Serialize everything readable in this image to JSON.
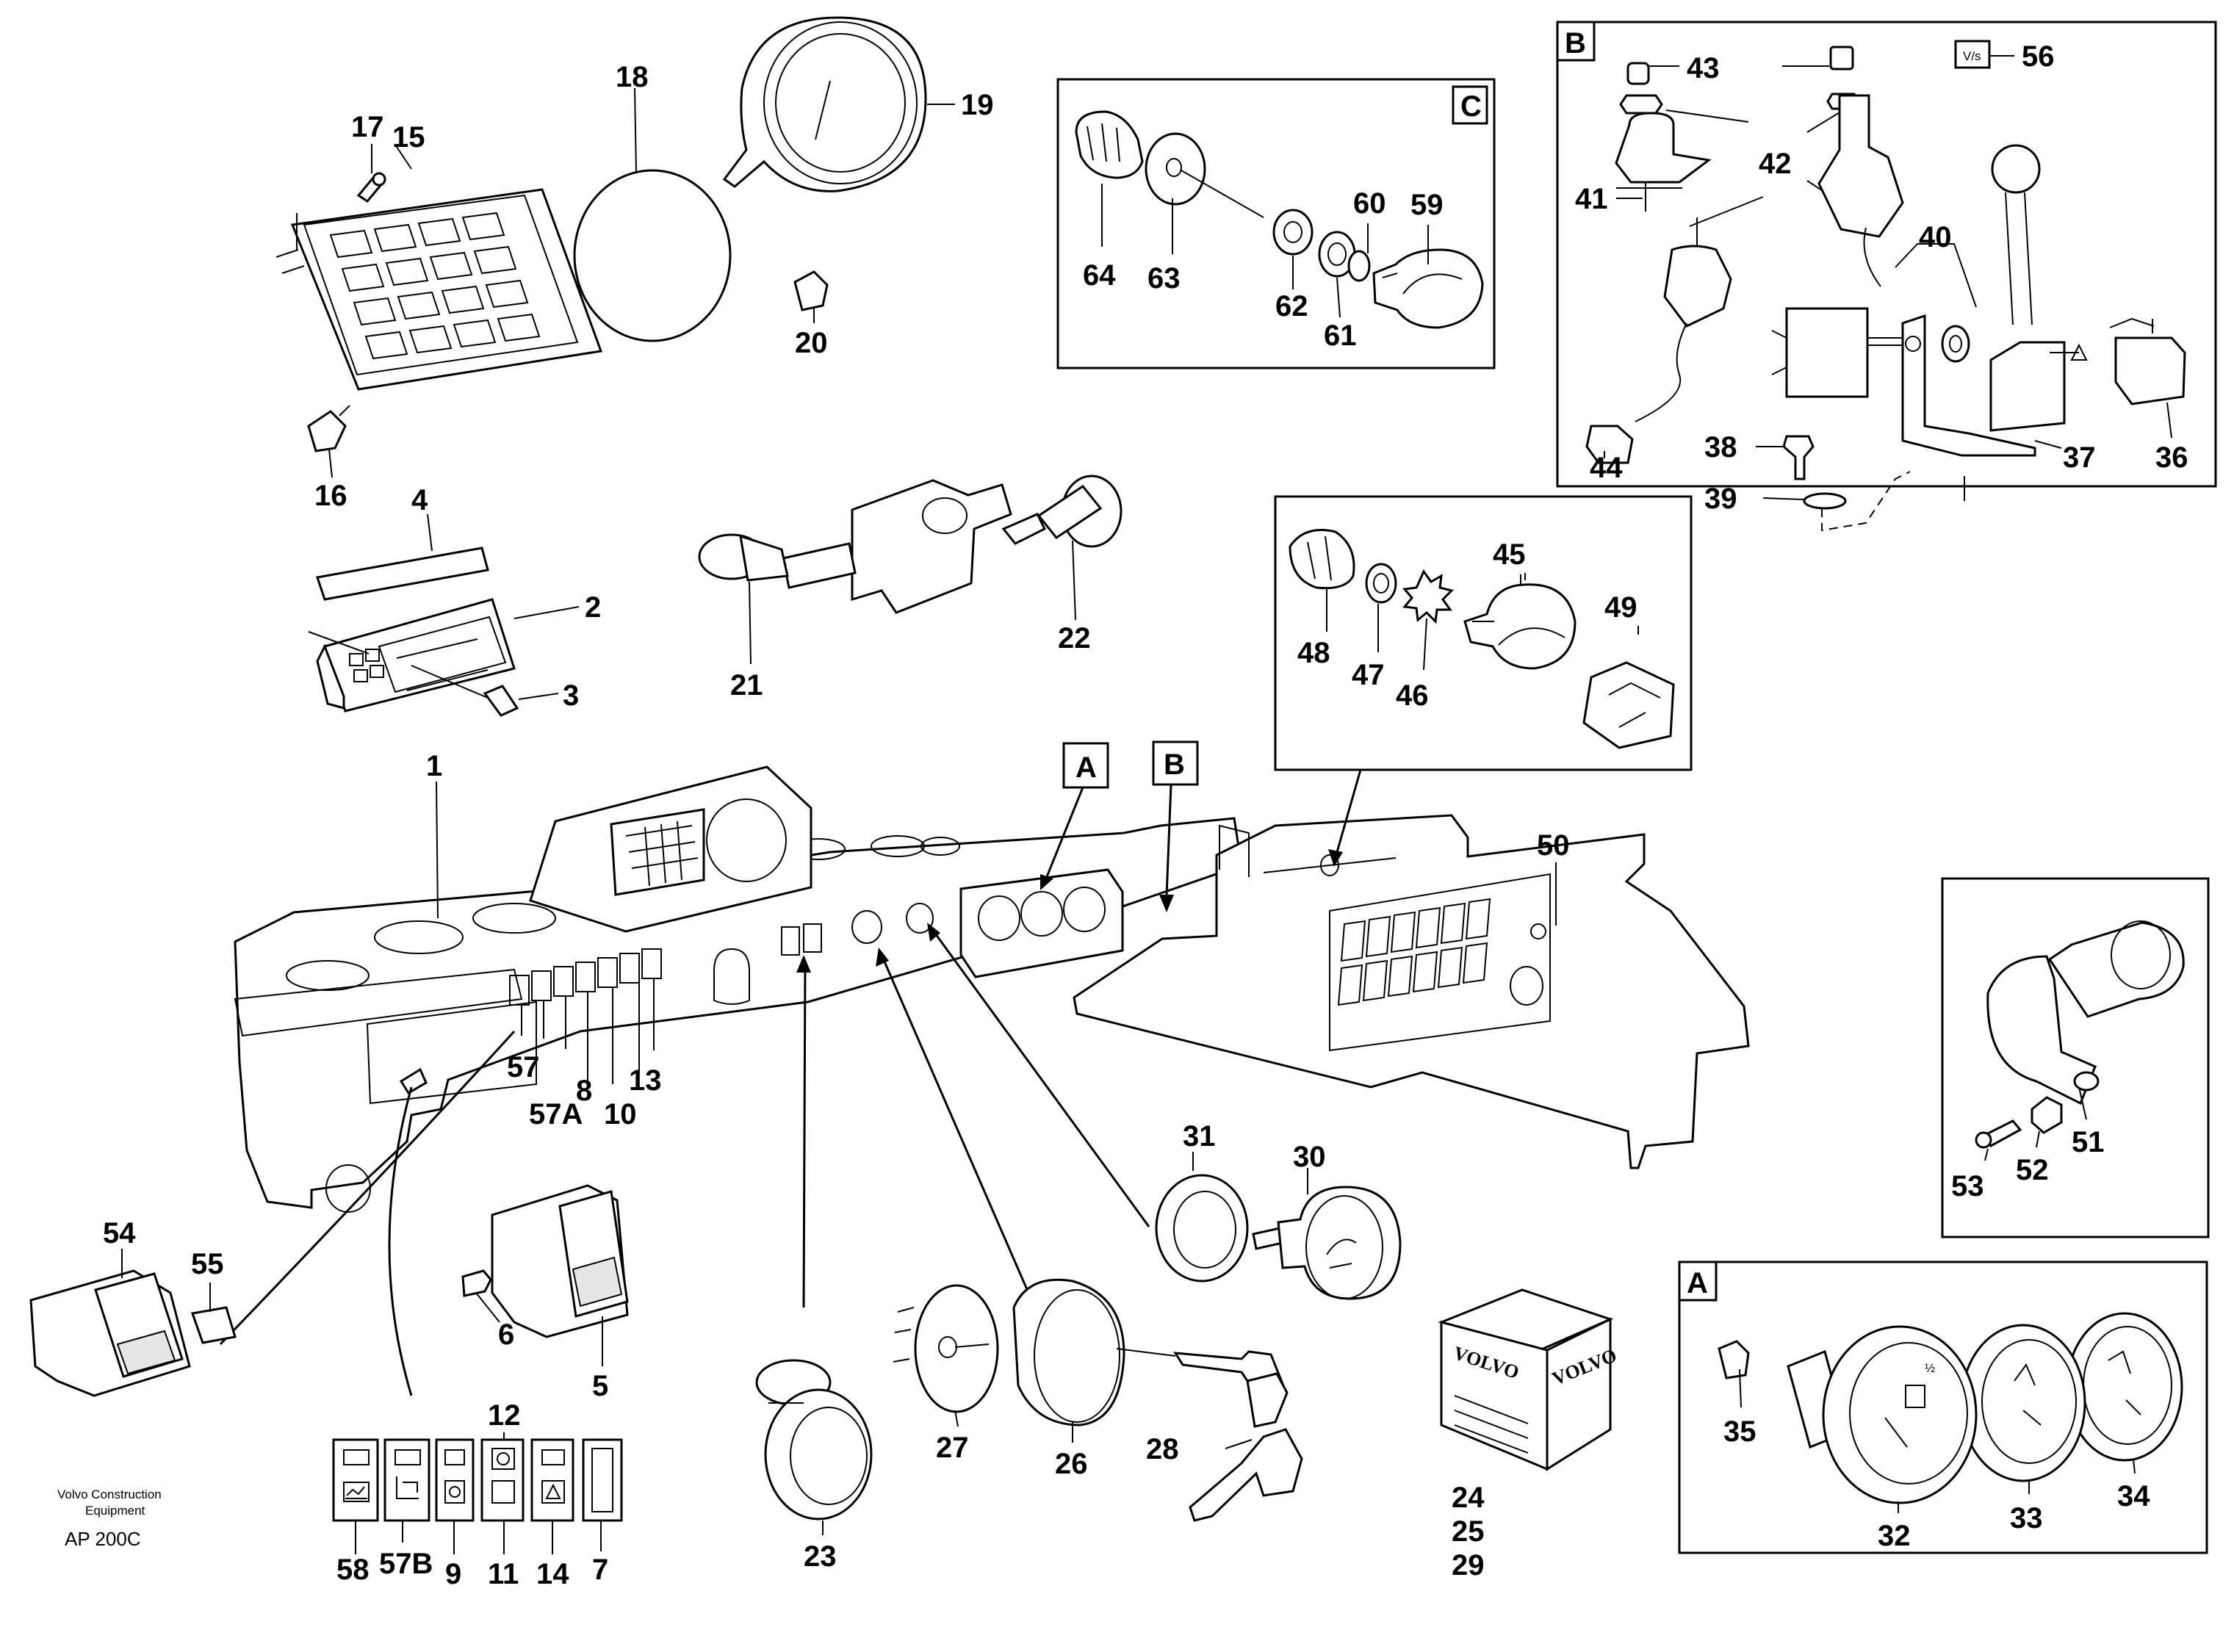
{
  "title": "AP 200C",
  "publisher": "Volvo Construction Equipment",
  "publisher_line1": "Volvo Construction",
  "publisher_line2": "Equipment",
  "detail_boxes": {
    "a": "A",
    "b": "B",
    "c": "C"
  },
  "callout_boxes": {
    "a": "A",
    "b": "B"
  },
  "volvo_box": {
    "face1": "VOLVO",
    "face2": "VOLVO"
  },
  "symbol_56": "V/s",
  "labels": {
    "l1": "1",
    "l2": "2",
    "l3": "3",
    "l4": "4",
    "l5": "5",
    "l6": "6",
    "l7": "7",
    "l8": "8",
    "l9": "9",
    "l10": "10",
    "l11": "11",
    "l12": "12",
    "l13": "13",
    "l14": "14",
    "l15": "15",
    "l16": "16",
    "l17": "17",
    "l18": "18",
    "l19": "19",
    "l20": "20",
    "l21": "21",
    "l22": "22",
    "l23": "23",
    "l24": "24",
    "l25": "25",
    "l26": "26",
    "l27": "27",
    "l28": "28",
    "l29": "29",
    "l30": "30",
    "l31": "31",
    "l32": "32",
    "l33": "33",
    "l34": "34",
    "l35": "35",
    "l36": "36",
    "l37": "37",
    "l38": "38",
    "l39": "39",
    "l40": "40",
    "l41": "41",
    "l42": "42",
    "l43": "43",
    "l44": "44",
    "l45": "45",
    "l46": "46",
    "l47": "47",
    "l48": "48",
    "l49": "49",
    "l50": "50",
    "l51": "51",
    "l52": "52",
    "l53": "53",
    "l54": "54",
    "l55": "55",
    "l56": "56",
    "l57": "57",
    "l57a": "57A",
    "l57b": "57B",
    "l58": "58",
    "l59": "59",
    "l60": "60",
    "l61": "61",
    "l62": "62",
    "l63": "63",
    "l64": "64"
  }
}
